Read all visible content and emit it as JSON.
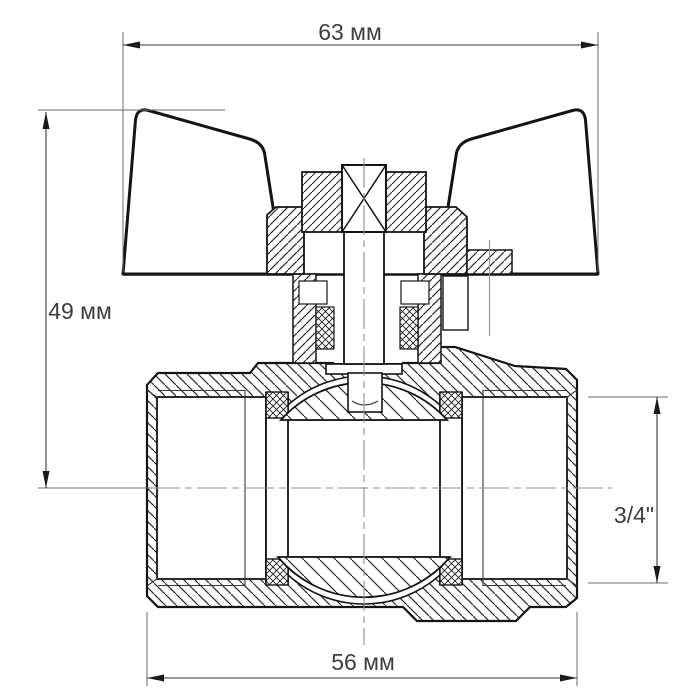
{
  "drawing": {
    "subject": "ball valve cross-section with butterfly handle",
    "dimensions": {
      "top_width": {
        "label": "63 мм"
      },
      "handle_height": {
        "label": "49 мм"
      },
      "port_size": {
        "label": "3/4\""
      },
      "body_length": {
        "label": "56 мм"
      }
    },
    "colors": {
      "line": "#1a1a1a",
      "dimension_text": "#3d3d3d",
      "centerline": "#8f8f8f",
      "background": "#ffffff"
    }
  }
}
